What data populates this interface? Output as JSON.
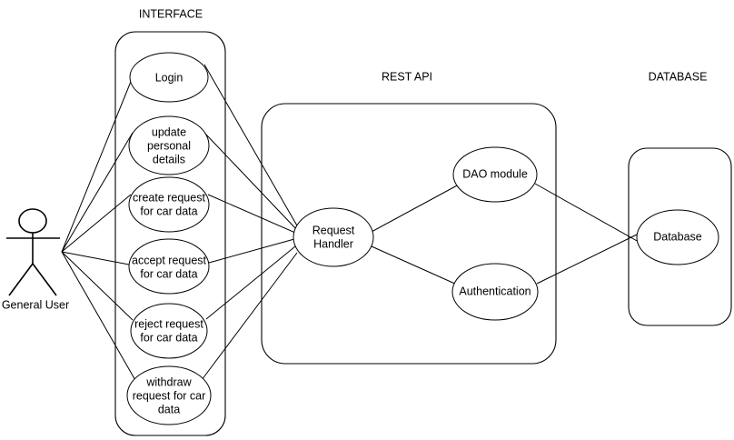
{
  "diagram": {
    "type": "use-case-diagram",
    "background_color": "#ffffff",
    "stroke_color": "#000000",
    "groups": [
      {
        "id": "interface",
        "title": "INTERFACE"
      },
      {
        "id": "rest_api",
        "title": "REST API"
      },
      {
        "id": "database",
        "title": "DATABASE"
      }
    ],
    "actor": {
      "label": "General User"
    },
    "use_cases": {
      "interface": [
        {
          "id": "login",
          "label_lines": [
            "Login"
          ]
        },
        {
          "id": "update_personal_details",
          "label_lines": [
            "update",
            "personal",
            "details"
          ]
        },
        {
          "id": "create_request",
          "label_lines": [
            "create request",
            "for car data"
          ]
        },
        {
          "id": "accept_request",
          "label_lines": [
            "accept request",
            "for car data"
          ]
        },
        {
          "id": "reject_request",
          "label_lines": [
            "reject request",
            "for car data"
          ]
        },
        {
          "id": "withdraw_request",
          "label_lines": [
            "withdraw",
            "request for car",
            "data"
          ]
        }
      ],
      "rest_api": [
        {
          "id": "request_handler",
          "label_lines": [
            "Request",
            "Handler"
          ]
        },
        {
          "id": "dao_module",
          "label_lines": [
            "DAO module"
          ]
        },
        {
          "id": "authentication",
          "label_lines": [
            "Authentication"
          ]
        }
      ],
      "database": [
        {
          "id": "database_node",
          "label_lines": [
            "Database"
          ]
        }
      ]
    },
    "relationships": [
      {
        "from": "general-user",
        "to": "login"
      },
      {
        "from": "general-user",
        "to": "update-personal-details"
      },
      {
        "from": "general-user",
        "to": "create-request"
      },
      {
        "from": "general-user",
        "to": "accept-request"
      },
      {
        "from": "general-user",
        "to": "reject-request"
      },
      {
        "from": "general-user",
        "to": "withdraw-request"
      },
      {
        "from": "login",
        "to": "request-handler"
      },
      {
        "from": "update-personal-details",
        "to": "request-handler"
      },
      {
        "from": "create-request",
        "to": "request-handler"
      },
      {
        "from": "accept-request",
        "to": "request-handler"
      },
      {
        "from": "reject-request",
        "to": "request-handler"
      },
      {
        "from": "withdraw-request",
        "to": "request-handler"
      },
      {
        "from": "request-handler",
        "to": "dao-module"
      },
      {
        "from": "request-handler",
        "to": "authentication"
      },
      {
        "from": "dao-module",
        "to": "database"
      },
      {
        "from": "authentication",
        "to": "database"
      }
    ]
  }
}
